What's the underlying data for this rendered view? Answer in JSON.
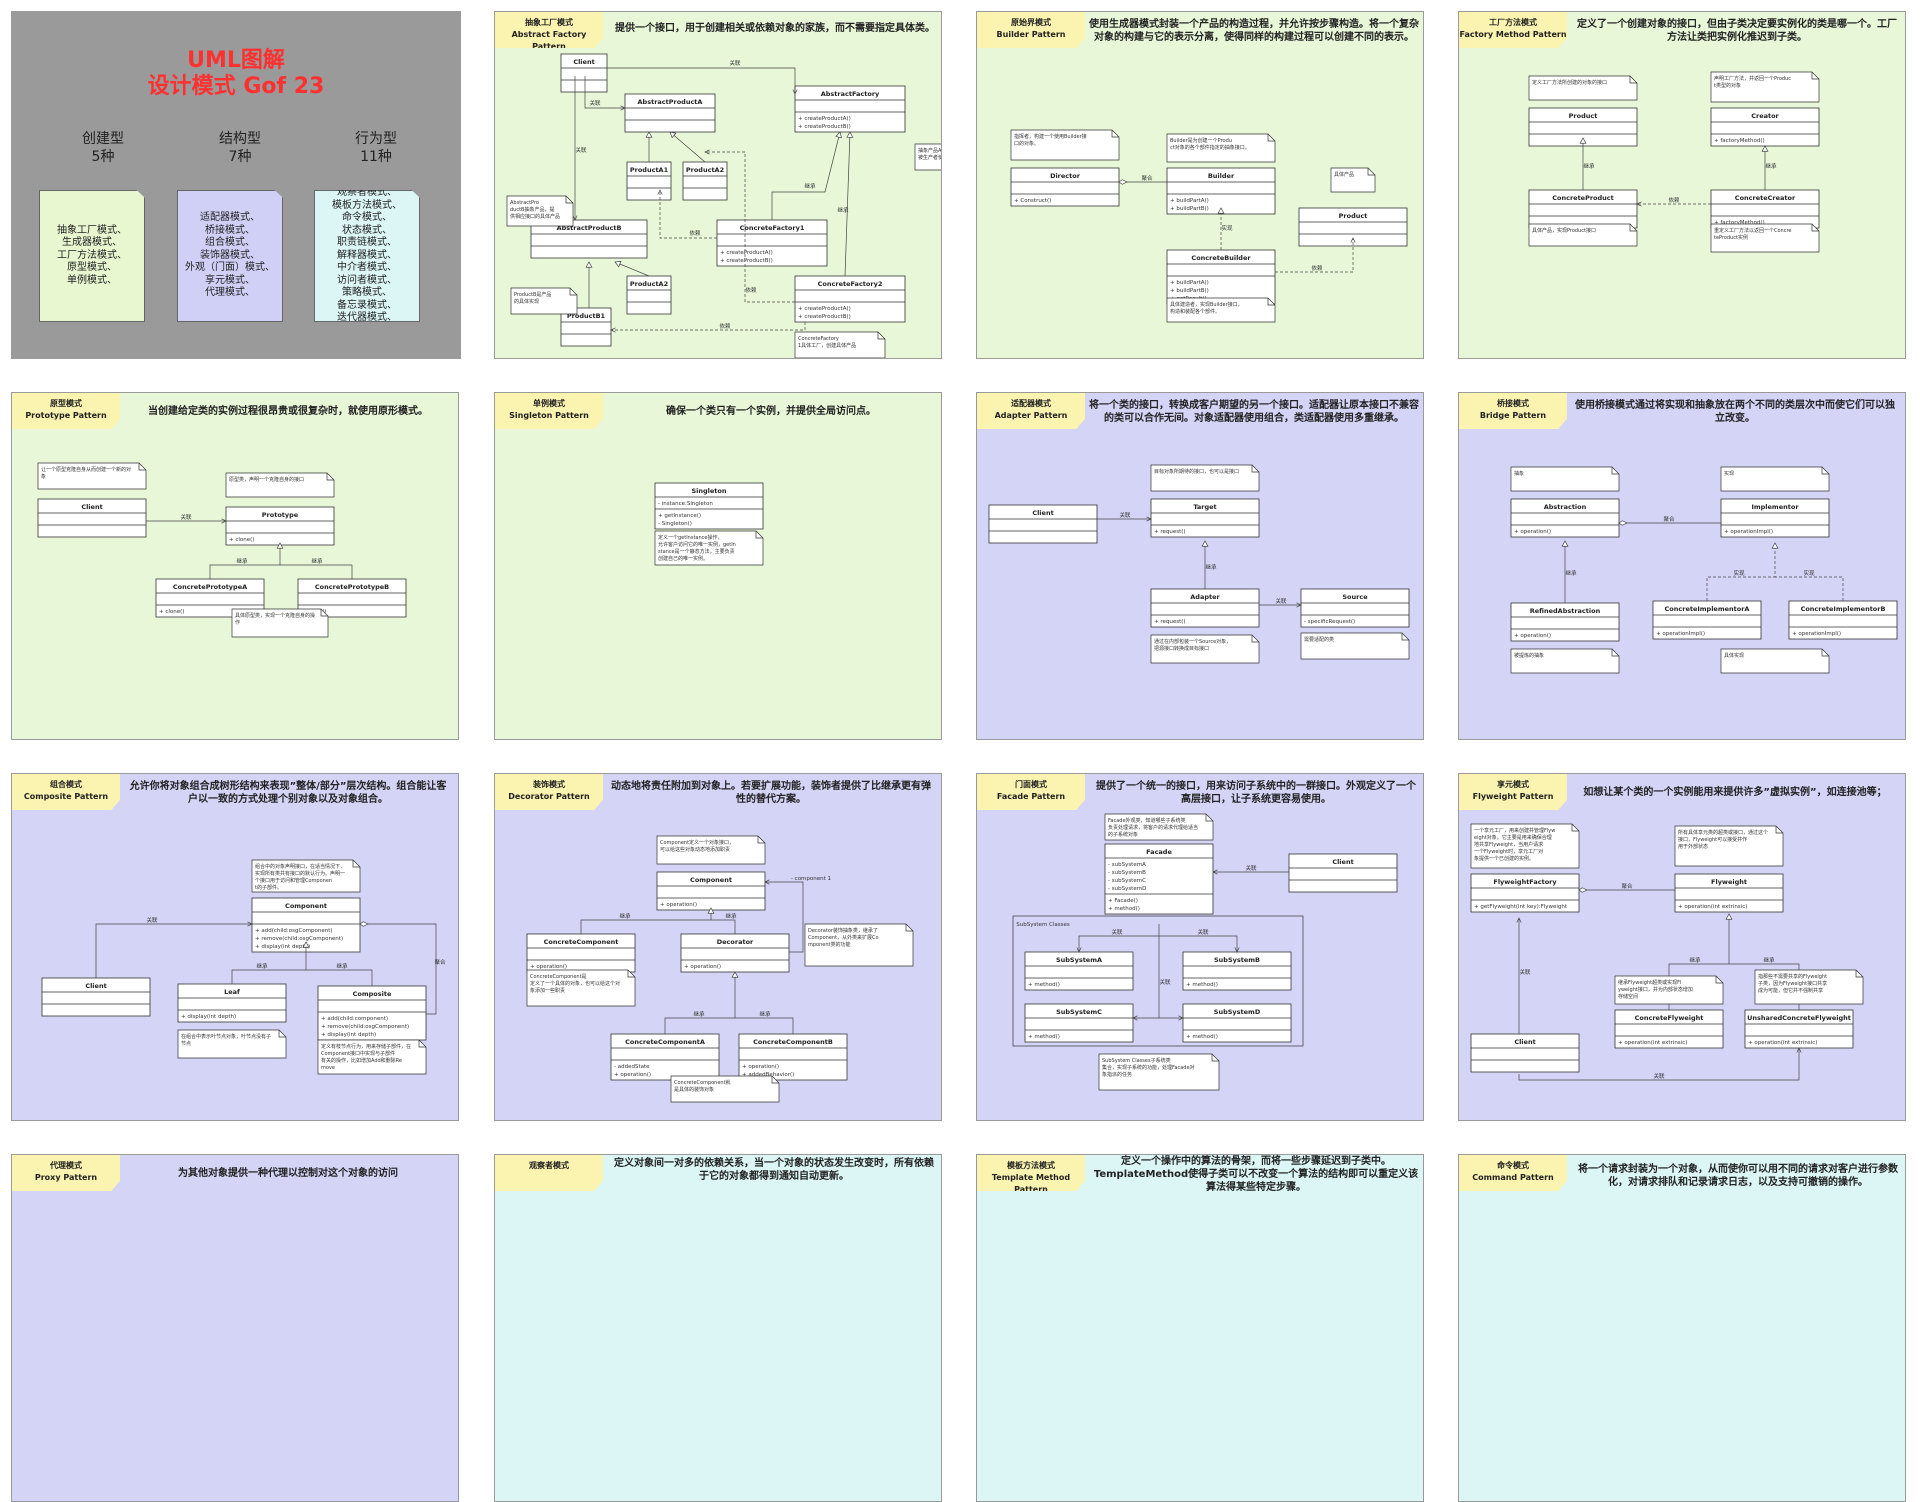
{
  "cover": {
    "title1": "UML图解",
    "title2": "设计模式 Gof 23",
    "columns": [
      {
        "name": "创建型",
        "count": "5种",
        "color": "#e8f7d0",
        "items": [
          "抽象工厂模式、",
          "生成器模式、",
          "工厂方法模式、",
          "原型模式、",
          "单例模式、"
        ]
      },
      {
        "name": "结构型",
        "count": "7种",
        "color": "#d0d0f7",
        "items": [
          "适配器模式、",
          "桥接模式、",
          "组合模式、",
          "装饰器模式、",
          "外观（门面）模式、",
          "享元模式、",
          "代理模式、"
        ]
      },
      {
        "name": "行为型",
        "count": "11种",
        "color": "#dcf5f5",
        "items": [
          "观察者模式、",
          "模板方法模式、",
          "命令模式、",
          "状态模式、",
          "职责链模式、",
          "解释器模式、",
          "中介者模式、",
          "访问者模式、",
          "策略模式、",
          "备忘录模式、",
          "迭代器模式、"
        ]
      }
    ]
  },
  "panels": [
    {
      "id": "abstract-factory",
      "tag1": "抽象工厂模式",
      "tag2": "Abstract Factory Pattern",
      "desc": "提供一个接口，用于创建相关或依赖对象的家族，而不需要指定具体类。",
      "color": "green"
    },
    {
      "id": "builder",
      "tag1": "原始界模式",
      "tag2": "Builder Pattern",
      "desc": "使用生成器模式封装一个产品的构造过程，并允许按步骤构造。将一个复杂对象的构建与它的表示分离，使得同样的构建过程可以创建不同的表示。",
      "color": "green"
    },
    {
      "id": "factory-method",
      "tag1": "工厂方法模式",
      "tag2": "Factory Method Pattern",
      "desc": "定义了一个创建对象的接口，但由子类决定要实例化的类是哪一个。工厂方法让类把实例化推迟到子类。",
      "color": "green"
    },
    {
      "id": "prototype",
      "tag1": "原型模式",
      "tag2": "Prototype Pattern",
      "desc": "当创建给定类的实例过程很昂贵或很复杂时，就使用原形模式。",
      "color": "green"
    },
    {
      "id": "singleton",
      "tag1": "单例模式",
      "tag2": "Singleton Pattern",
      "desc": "确保一个类只有一个实例，并提供全局访问点。",
      "color": "green"
    },
    {
      "id": "adapter",
      "tag1": "适配器模式",
      "tag2": "Adapter Pattern",
      "desc": "将一个类的接口，转换成客户期望的另一个接口。适配器让原本接口不兼容的类可以合作无间。对象适配器使用组合，类适配器使用多重继承。",
      "color": "purple"
    },
    {
      "id": "bridge",
      "tag1": "桥接模式",
      "tag2": "Bridge Pattern",
      "desc": "使用桥接模式通过将实现和抽象放在两个不同的类层次中而使它们可以独立改变。",
      "color": "purple"
    },
    {
      "id": "composite",
      "tag1": "组合模式",
      "tag2": "Composite Pattern",
      "desc": "允许你将对象组合成树形结构来表现”整体/部分”层次结构。组合能让客户以一致的方式处理个别对象以及对象组合。",
      "color": "purple"
    },
    {
      "id": "decorator",
      "tag1": "装饰模式",
      "tag2": "Decorator Pattern",
      "desc": "动态地将责任附加到对象上。若要扩展功能，装饰者提供了比继承更有弹性的替代方案。",
      "color": "purple"
    },
    {
      "id": "facade",
      "tag1": "门面模式",
      "tag2": "Facade Pattern",
      "desc": "提供了一个统一的接口，用来访问子系统中的一群接口。外观定义了一个高层接口，让子系统更容易使用。",
      "color": "purple"
    },
    {
      "id": "flyweight",
      "tag1": "享元模式",
      "tag2": "Flyweight Pattern",
      "desc": "如想让某个类的一个实例能用来提供许多”虚拟实例”，如连接池等；",
      "color": "purple"
    },
    {
      "id": "proxy",
      "tag1": "代理模式",
      "tag2": "Proxy Pattern",
      "desc": "为其他对象提供一种代理以控制对这个对象的访问",
      "color": "purple"
    },
    {
      "id": "observer",
      "tag1": "观察者模式",
      "tag2": "",
      "desc": "定义对象间一对多的依赖关系，当一个对象的状态发生改变时，所有依赖于它的对象都得到通知自动更新。",
      "color": "cyan"
    },
    {
      "id": "template-method",
      "tag1": "模板方法模式",
      "tag2": "Template Method Pattern",
      "desc": "定义一个操作中的算法的骨架，而将一些步骤延迟到子类中。TemplateMethod使得子类可以不改变一个算法的结构即可以重定义该算法得某些特定步骤。",
      "color": "cyan"
    },
    {
      "id": "command",
      "tag1": "命令模式",
      "tag2": "Command Pattern",
      "desc": "将一个请求封装为一个对象，从而使你可以用不同的请求对客户进行参数化，对请求排队和记录请求日志，以及支持可撤销的操作。",
      "color": "cyan"
    }
  ],
  "uml": {
    "abstract_factory": {
      "classes": [
        {
          "name": "Client",
          "methods": []
        },
        {
          "name": "AbstractProductA",
          "methods": []
        },
        {
          "name": "AbstractFactory",
          "methods": [
            "+ createProductA()",
            "+ createProductB()"
          ]
        },
        {
          "name": "ProductA1",
          "methods": []
        },
        {
          "name": "ProductA2",
          "methods": []
        },
        {
          "name": "AbstractProductB",
          "methods": []
        },
        {
          "name": "ConcreteFactory1",
          "methods": [
            "+ createProductA()",
            "+ createProductB()"
          ]
        },
        {
          "name": "ProductA2",
          "methods": []
        },
        {
          "name": "ProductB1",
          "methods": []
        },
        {
          "name": "ConcreteFactory2",
          "methods": [
            "+ createProductA()",
            "+ createProductB()"
          ]
        }
      ],
      "labels": [
        "关联",
        "关联",
        "关联",
        "依赖",
        "继承",
        "继承",
        "依赖",
        "依赖"
      ],
      "notes": [
        "抽象产品A，接口，被生产者使用",
        "AbstractProductB抽象产品，提供相应接口的具体产品",
        "ProductB是产品的具体实现",
        "ConcreteFactory1具体工厂，创建具体产品"
      ]
    },
    "builder": {
      "classes": [
        {
          "name": "Director",
          "methods": [
            "+ Construct()"
          ]
        },
        {
          "name": "Builder",
          "methods": [
            "+ buildPartA()",
            "+ buildPartB()"
          ]
        },
        {
          "name": "ConcreteBuilder",
          "methods": [
            "+ buildPartA()",
            "+ buildPartB()",
            "+ getResult()"
          ]
        },
        {
          "name": "Product",
          "methods": []
        }
      ],
      "labels": [
        "聚合",
        "实现",
        "依赖"
      ],
      "notes": [
        "指挥者，构建一个使用Builder接口的对象。",
        "Builder是为创建一个Product对象的各个部件指定的抽象接口。",
        "具体建造者，实现Builder接口，构造和装配各个部件。",
        "具体产品"
      ]
    },
    "factory_method": {
      "classes": [
        {
          "name": "Product",
          "methods": []
        },
        {
          "name": "Creator",
          "methods": [
            "+ factoryMethod()"
          ]
        },
        {
          "name": "ConcreteProduct",
          "methods": []
        },
        {
          "name": "ConcreteCreator",
          "methods": [
            "+ factoryMethod()"
          ]
        }
      ],
      "labels": [
        "继承",
        "继承",
        "依赖"
      ],
      "notes": [
        "定义工厂方法所创建的对象的接口",
        "声明工厂方法，并返回一个Product类型的对象",
        "具体产品，实现Product接口",
        "重定义工厂方法以返回一个ConcreteProduct实例"
      ]
    },
    "prototype": {
      "classes": [
        {
          "name": "Client",
          "methods": []
        },
        {
          "name": "Prototype",
          "methods": [
            "+ clone()"
          ]
        },
        {
          "name": "ConcretePrototypeA",
          "methods": [
            "+ clone()"
          ]
        },
        {
          "name": "ConcretePrototypeB",
          "methods": [
            "+ clone()"
          ]
        }
      ],
      "labels": [
        "关联",
        "继承",
        "继承"
      ],
      "notes": [
        "让一个原型克隆自身从而创建一个新的对象",
        "原型类，声明一个克隆自身的接口",
        "具体原型类，实现一个克隆自身的操作"
      ]
    },
    "singleton": {
      "classes": [
        {
          "name": "Singleton",
          "attrs": [
            "- instance:Singleton"
          ],
          "methods": [
            "+ getInstance()",
            "- Singleton()"
          ]
        }
      ],
      "notes": [
        "定义一个getInstance操作，允许客户访问它的唯一实例，getInstance是一个静态方法，主要负责创建自己的唯一实例。"
      ]
    },
    "adapter": {
      "classes": [
        {
          "name": "Client",
          "methods": []
        },
        {
          "name": "Target",
          "methods": [
            "+ request()"
          ]
        },
        {
          "name": "Adapter",
          "methods": [
            "+ request()"
          ]
        },
        {
          "name": "Source",
          "methods": [
            "- specificRequest()"
          ]
        }
      ],
      "labels": [
        "关联",
        "继承",
        "关联"
      ],
      "notes": [
        "目标对象所期待的接口，也可以是接口",
        "通过在内部包装一个Source对象，把源接口转换成目标接口",
        "需要适配的类"
      ]
    },
    "bridge": {
      "classes": [
        {
          "name": "Abstraction",
          "methods": [
            "+ operation()"
          ]
        },
        {
          "name": "Implementor",
          "methods": [
            "+ operationImpl()"
          ]
        },
        {
          "name": "RefinedAbstraction",
          "methods": [
            "+ operation()"
          ]
        },
        {
          "name": "ConcreteImplementorA",
          "methods": [
            "+ operationImpl()"
          ]
        },
        {
          "name": "ConcreteImplementorB",
          "methods": [
            "+ operationImpl()"
          ]
        }
      ],
      "labels": [
        "聚合",
        "继承",
        "实现",
        "实现"
      ],
      "notes": [
        "抽象",
        "实现",
        "被提炼的抽象",
        "具体实现"
      ]
    },
    "composite": {
      "classes": [
        {
          "name": "Component",
          "methods": [
            "+ add(child:osgComponent)",
            "+ remove(child:osgComponent)",
            "+ display(int depth)"
          ]
        },
        {
          "name": "Client",
          "methods": []
        },
        {
          "name": "Leaf",
          "methods": [
            "+ display(int depth)"
          ]
        },
        {
          "name": "Composite",
          "methods": [
            "+ add(child:component)",
            "+ remove(child:osgComponent)",
            "+ display(int depth)"
          ]
        }
      ],
      "labels": [
        "关联",
        "继承",
        "继承",
        "聚合"
      ],
      "notes": [
        "组合中的对象声明接口，在适当情况下，实现所有类共有接口的默认行为。声明一个接口用于访问和管理Component的子部件。",
        "在组合中表示叶节点对象，叶节点没有子节点",
        "定义有枝节点行为，用来存储子部件，在Component接口中实现与子部件有关的操作，比如增加Add和删除Remove"
      ]
    },
    "decorator": {
      "classes": [
        {
          "name": "Component",
          "methods": [
            "+ operation()"
          ]
        },
        {
          "name": "ConcreteComponent",
          "methods": [
            "+ operation()"
          ]
        },
        {
          "name": "Decorator",
          "methods": [
            "+ operation()"
          ]
        },
        {
          "name": "ConcreteComponentA",
          "methods": [
            "- addedState",
            "+ operation()"
          ]
        },
        {
          "name": "ConcreteComponentB",
          "methods": [
            "+ operation()",
            "+ addedBehavior()"
          ]
        }
      ],
      "labels": [
        "继承",
        "继承",
        "继承",
        "继承",
        "- component 1"
      ],
      "notes": [
        "Component定义一个对象接口，可以给这些对象动态地添加职责",
        "ConcreteComponent是定义了一个具体的对象，也可以给这个对象添加一些职责",
        "Decorator装饰抽象类，继承了Component，从外类来扩展Component类的功能",
        "ConcreteComponent就是具体的装饰对象"
      ]
    },
    "facade": {
      "classes": [
        {
          "name": "Facade",
          "attrs": [
            "- subSystemA",
            "- subSystemB",
            "- subSystemC",
            "- subSystemD"
          ],
          "methods": [
            "+ Facade()",
            "+ method()"
          ]
        },
        {
          "name": "Client",
          "methods": []
        },
        {
          "name": "SubSystemA",
          "methods": [
            "+ method()"
          ]
        },
        {
          "name": "SubSystemB",
          "methods": [
            "+ method()"
          ]
        },
        {
          "name": "SubSystemC",
          "methods": [
            "+ method()"
          ]
        },
        {
          "name": "SubSystemD",
          "methods": [
            "+ method()"
          ]
        }
      ],
      "labels": [
        "关联",
        "关联",
        "关联",
        "关联",
        "关联",
        "SubSystem Classes"
      ],
      "notes": [
        "Facade外观类，知道哪些子系统类负责处理请求，将客户的请求代理给适当的子系统对象",
        "SubSystem Classes子系统类集合，实现子系统的功能，处理Facade对象指派的任务"
      ]
    },
    "flyweight": {
      "classes": [
        {
          "name": "FlyweightFactory",
          "methods": [
            "+ getFlyweight(int key):Flyweight"
          ]
        },
        {
          "name": "Flyweight",
          "methods": [
            "+ operation(int extrinsic)"
          ]
        },
        {
          "name": "Client",
          "methods": []
        },
        {
          "name": "ConcreteFlyweight",
          "methods": [
            "+ operation(int extrinsic)"
          ]
        },
        {
          "name": "UnsharedConcreteFlyweight",
          "methods": [
            "+ operation(int extrinsic)"
          ]
        }
      ],
      "labels": [
        "聚合",
        "关联",
        "继承",
        "继承",
        "关联"
      ],
      "notes": [
        "一个享元工厂，用来创建并管理Flyweight对象。它主要是用来确保合理地共享Flyweight，当用户请求一个Flyweight时，享元工厂对象提供一个已创建的实例。",
        "所有具体享元类的超类或接口，通过这个接口，Flyweight可以接受并作用于外部状态",
        "继承Flyweight超类或实现Flyweight接口，并为内部状态增加存储空间",
        "指那些不需要共享的Flyweight子类，因为Flyweight接口共享成为可能，但它并不强制共享"
      ]
    }
  }
}
